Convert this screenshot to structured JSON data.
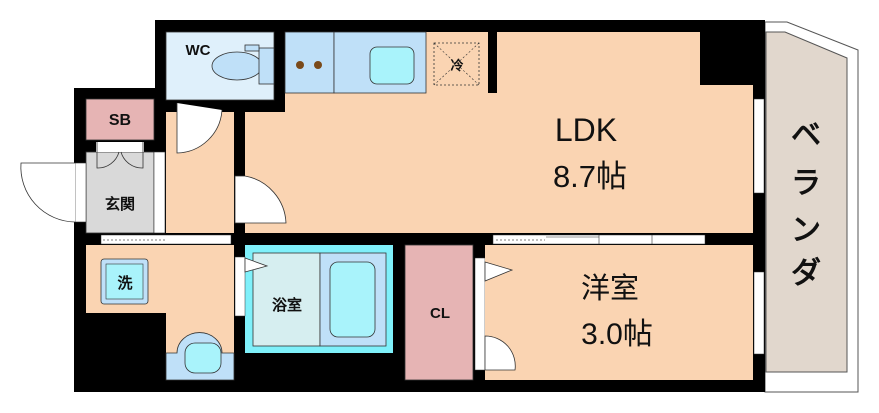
{
  "rooms": {
    "wc": "WC",
    "sb": "SB",
    "genkan": "玄関",
    "washer": "洗",
    "bath": "浴室",
    "closet": "CL",
    "ldk_name": "LDK",
    "ldk_size": "8.7帖",
    "western_name": "洋室",
    "western_size": "3.0帖",
    "veranda": [
      "ベ",
      "ラ",
      "ン",
      "ダ"
    ],
    "fridge": "冷"
  },
  "colors": {
    "wall": "#000000",
    "living": "#fad4b2",
    "wet": "#dff0fb",
    "fixture": "#bfe0f8",
    "storage": "#e6b4b4",
    "genkan": "#d9d9d9",
    "bath_border": "#7ff0fa",
    "veranda": "#e1d7cd"
  }
}
